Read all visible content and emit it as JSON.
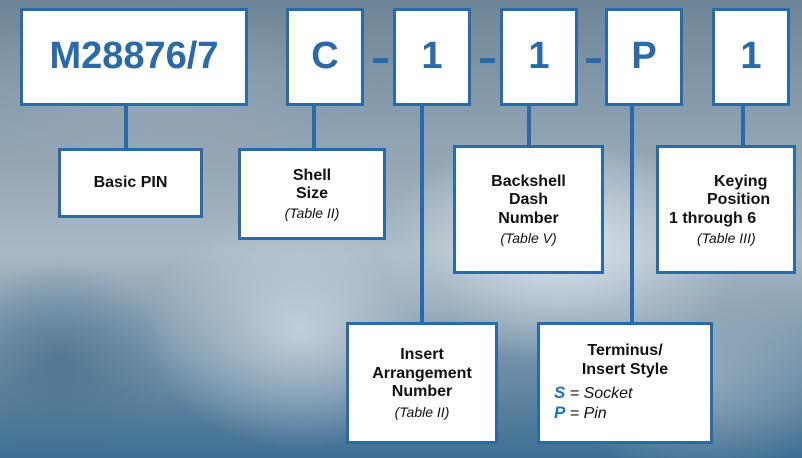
{
  "code": {
    "basic_pin": "M28876/7",
    "shell_size": "C",
    "insert_arrangement": "1",
    "backshell_dash": "1",
    "terminus": "P",
    "keying": "1"
  },
  "labels": {
    "basic_pin": {
      "title": "Basic PIN"
    },
    "shell_size": {
      "line1": "Shell",
      "line2": "Size",
      "ref": "(Table II)"
    },
    "backshell": {
      "line1": "Backshell",
      "line2": "Dash",
      "line3": "Number",
      "ref": "(Table V)"
    },
    "keying": {
      "line1": "Keying",
      "line2": "Position",
      "line3": "1 through 6",
      "ref": "(Table III)"
    },
    "insert_arrangement": {
      "line1": "Insert",
      "line2": "Arrangement",
      "line3": "Number",
      "ref": "(Table II)"
    },
    "terminus": {
      "line1": "Terminus/",
      "line2": "Insert Style",
      "options": [
        {
          "letter": "S",
          "text": " = Socket"
        },
        {
          "letter": "P",
          "text": " = Pin"
        }
      ]
    }
  },
  "colors": {
    "accent": "#2a6aaa",
    "option_letter": "#1a73c9"
  }
}
